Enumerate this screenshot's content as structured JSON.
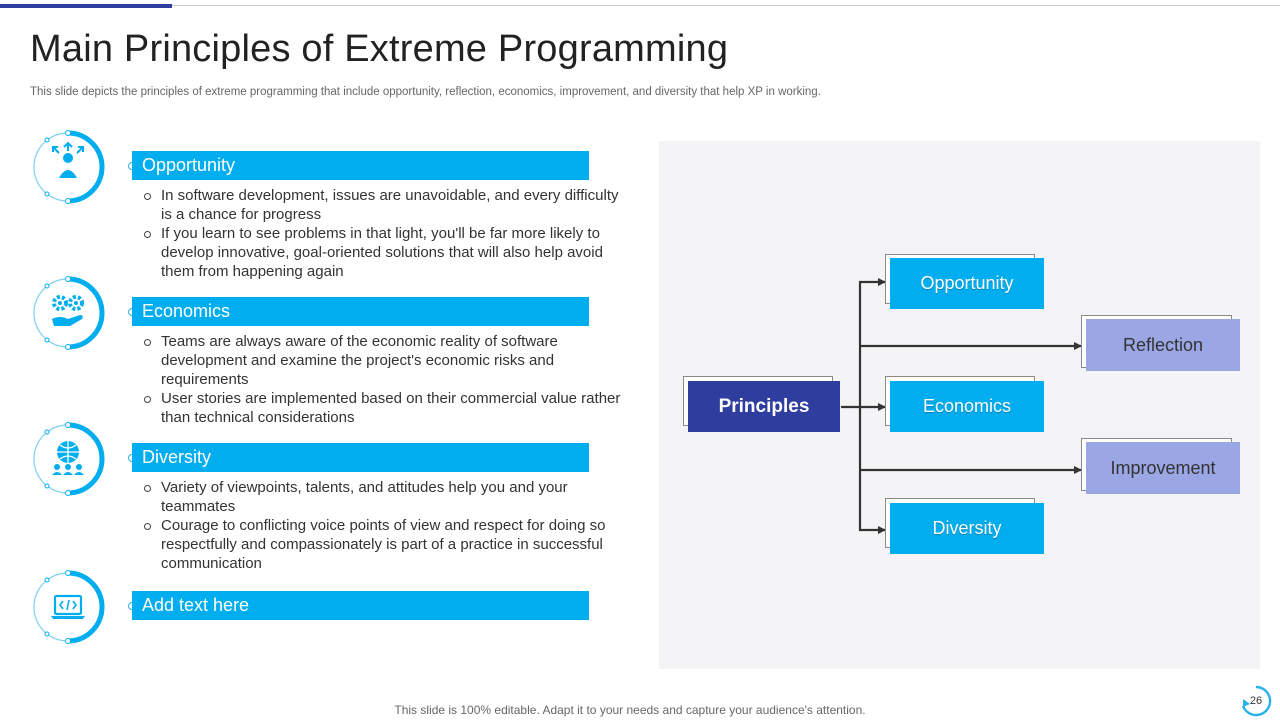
{
  "title": "Main Principles of Extreme Programming",
  "subtitle": "This slide depicts the principles of extreme programming that include opportunity, reflection, economics, improvement, and diversity that help XP  in working.",
  "principles": [
    {
      "label": "Opportunity",
      "icon": "person-opportunity-icon",
      "bullets": [
        "In software development, issues are unavoidable, and every difficulty is a chance for progress",
        "If you learn to see problems in that light, you'll be far more likely to develop innovative, goal-oriented solutions that  will also help avoid them from happening again"
      ]
    },
    {
      "label": "Economics",
      "icon": "gears-hand-icon",
      "bullets": [
        "Teams are always aware of the economic reality of software development and examine the project's economic risks and requirements",
        "User stories are implemented based on their commercial value rather than technical considerations"
      ]
    },
    {
      "label": "Diversity",
      "icon": "globe-people-icon",
      "bullets": [
        "Variety of viewpoints, talents, and attitudes help you and your teammates",
        "Courage to conflicting voice points of view and respect for doing so respectfully and compassionately is part of a practice in successful communication"
      ]
    },
    {
      "label": "Add text here",
      "icon": "laptop-code-icon",
      "bullets": []
    }
  ],
  "diagram": {
    "root": "Principles",
    "middle": [
      "Opportunity",
      "Economics",
      "Diversity"
    ],
    "outer": [
      "Reflection",
      "Improvement"
    ]
  },
  "colors": {
    "accent_blue": "#00adef",
    "navy": "#2e3d9e",
    "lavender": "#9ba6e4"
  },
  "footer": "This slide is 100% editable. Adapt it to your needs and capture your audience's attention.",
  "page_number": "26"
}
